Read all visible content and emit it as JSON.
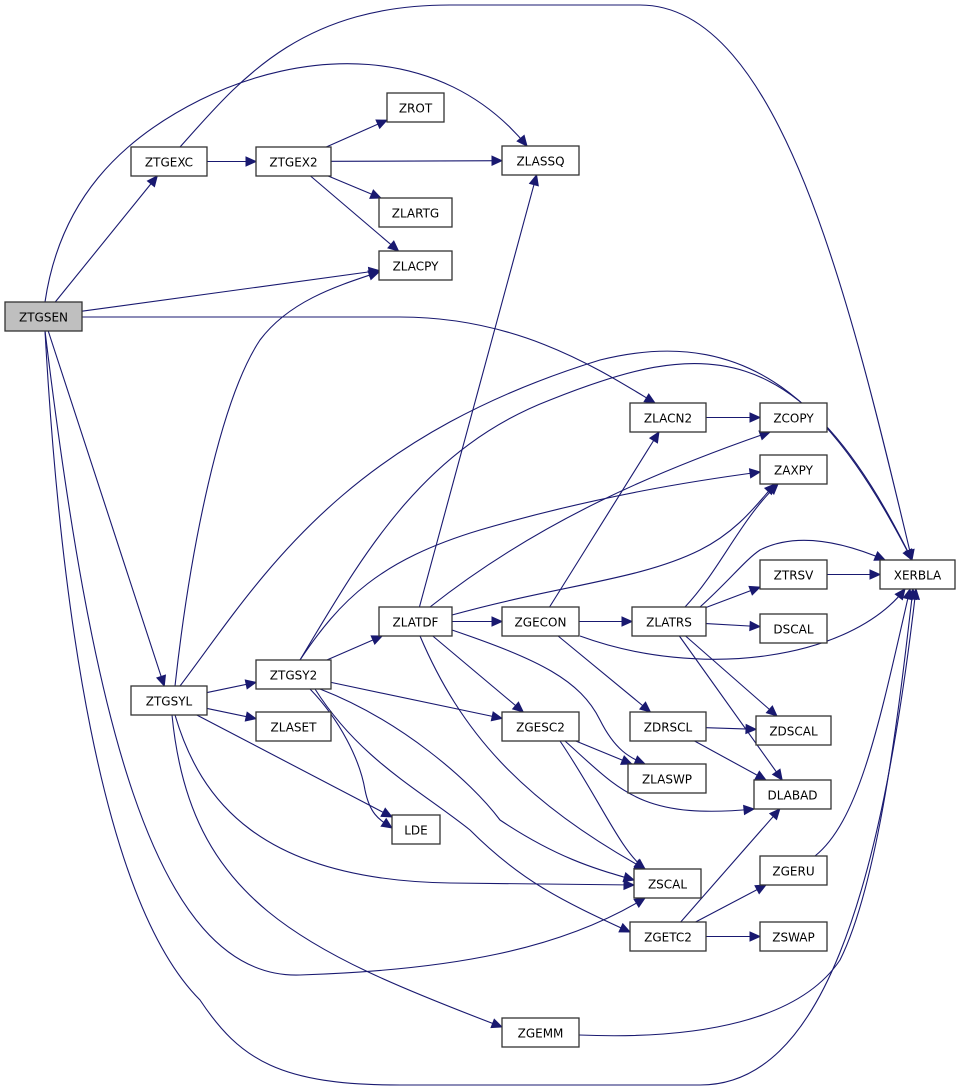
{
  "root": "ZTGSEN",
  "colors": {
    "edge": "#191970",
    "root_fill": "#bfbfbf",
    "node_fill": "#ffffff"
  },
  "nodes": [
    "ZTGSEN",
    "ZTGEXC",
    "ZTGEX2",
    "ZROT",
    "ZLASSQ",
    "ZLARTG",
    "ZLACPY",
    "ZLACN2",
    "ZCOPY",
    "ZAXPY",
    "XERBLA",
    "ZTRSV",
    "DSCAL",
    "ZLATRS",
    "ZGECON",
    "ZLATDF",
    "ZTGSY2",
    "ZTGSYL",
    "ZLASET",
    "LDE",
    "ZGESC2",
    "ZDRSCL",
    "ZDSCAL",
    "ZLASWP",
    "DLABAD",
    "ZSCAL",
    "ZGERU",
    "ZGETC2",
    "ZSWAP",
    "ZGEMM"
  ],
  "edges": [
    [
      "ZTGSEN",
      "ZTGEXC"
    ],
    [
      "ZTGSEN",
      "ZLASSQ"
    ],
    [
      "ZTGSEN",
      "ZLACPY"
    ],
    [
      "ZTGSEN",
      "ZLACN2"
    ],
    [
      "ZTGSEN",
      "ZTGSYL"
    ],
    [
      "ZTGSEN",
      "ZSCAL"
    ],
    [
      "ZTGSEN",
      "XERBLA"
    ],
    [
      "ZTGEXC",
      "ZTGEX2"
    ],
    [
      "ZTGEXC",
      "XERBLA"
    ],
    [
      "ZTGEX2",
      "ZROT"
    ],
    [
      "ZTGEX2",
      "ZLASSQ"
    ],
    [
      "ZTGEX2",
      "ZLARTG"
    ],
    [
      "ZTGEX2",
      "ZLACPY"
    ],
    [
      "ZTGSYL",
      "ZLACPY"
    ],
    [
      "ZTGSYL",
      "XERBLA"
    ],
    [
      "ZTGSYL",
      "ZTGSY2"
    ],
    [
      "ZTGSYL",
      "ZLASET"
    ],
    [
      "ZTGSYL",
      "LDE"
    ],
    [
      "ZTGSYL",
      "ZSCAL"
    ],
    [
      "ZTGSYL",
      "ZGEMM"
    ],
    [
      "ZTGSY2",
      "XERBLA"
    ],
    [
      "ZTGSY2",
      "ZLATDF"
    ],
    [
      "ZTGSY2",
      "ZGESC2"
    ],
    [
      "ZTGSY2",
      "ZGETC2"
    ],
    [
      "ZTGSY2",
      "ZSCAL"
    ],
    [
      "ZTGSY2",
      "LDE"
    ],
    [
      "ZTGSY2",
      "ZAXPY"
    ],
    [
      "ZLATDF",
      "ZLASSQ"
    ],
    [
      "ZLATDF",
      "ZCOPY"
    ],
    [
      "ZLATDF",
      "ZAXPY"
    ],
    [
      "ZLATDF",
      "ZGECON"
    ],
    [
      "ZLATDF",
      "ZGESC2"
    ],
    [
      "ZLATDF",
      "ZLASWP"
    ],
    [
      "ZLATDF",
      "ZSCAL"
    ],
    [
      "ZGECON",
      "ZLACN2"
    ],
    [
      "ZGECON",
      "ZLATRS"
    ],
    [
      "ZGECON",
      "ZDRSCL"
    ],
    [
      "ZGECON",
      "XERBLA"
    ],
    [
      "ZLACN2",
      "ZCOPY"
    ],
    [
      "ZLATRS",
      "ZAXPY"
    ],
    [
      "ZLATRS",
      "XERBLA"
    ],
    [
      "ZLATRS",
      "ZTRSV"
    ],
    [
      "ZLATRS",
      "DSCAL"
    ],
    [
      "ZLATRS",
      "ZDSCAL"
    ],
    [
      "ZLATRS",
      "DLABAD"
    ],
    [
      "ZTRSV",
      "XERBLA"
    ],
    [
      "ZDRSCL",
      "ZDSCAL"
    ],
    [
      "ZDRSCL",
      "DLABAD"
    ],
    [
      "ZGESC2",
      "ZLASWP"
    ],
    [
      "ZGESC2",
      "ZSCAL"
    ],
    [
      "ZGESC2",
      "DLABAD"
    ],
    [
      "ZGETC2",
      "DLABAD"
    ],
    [
      "ZGETC2",
      "ZGERU"
    ],
    [
      "ZGETC2",
      "ZSWAP"
    ],
    [
      "ZGERU",
      "XERBLA"
    ],
    [
      "ZGEMM",
      "XERBLA"
    ]
  ]
}
